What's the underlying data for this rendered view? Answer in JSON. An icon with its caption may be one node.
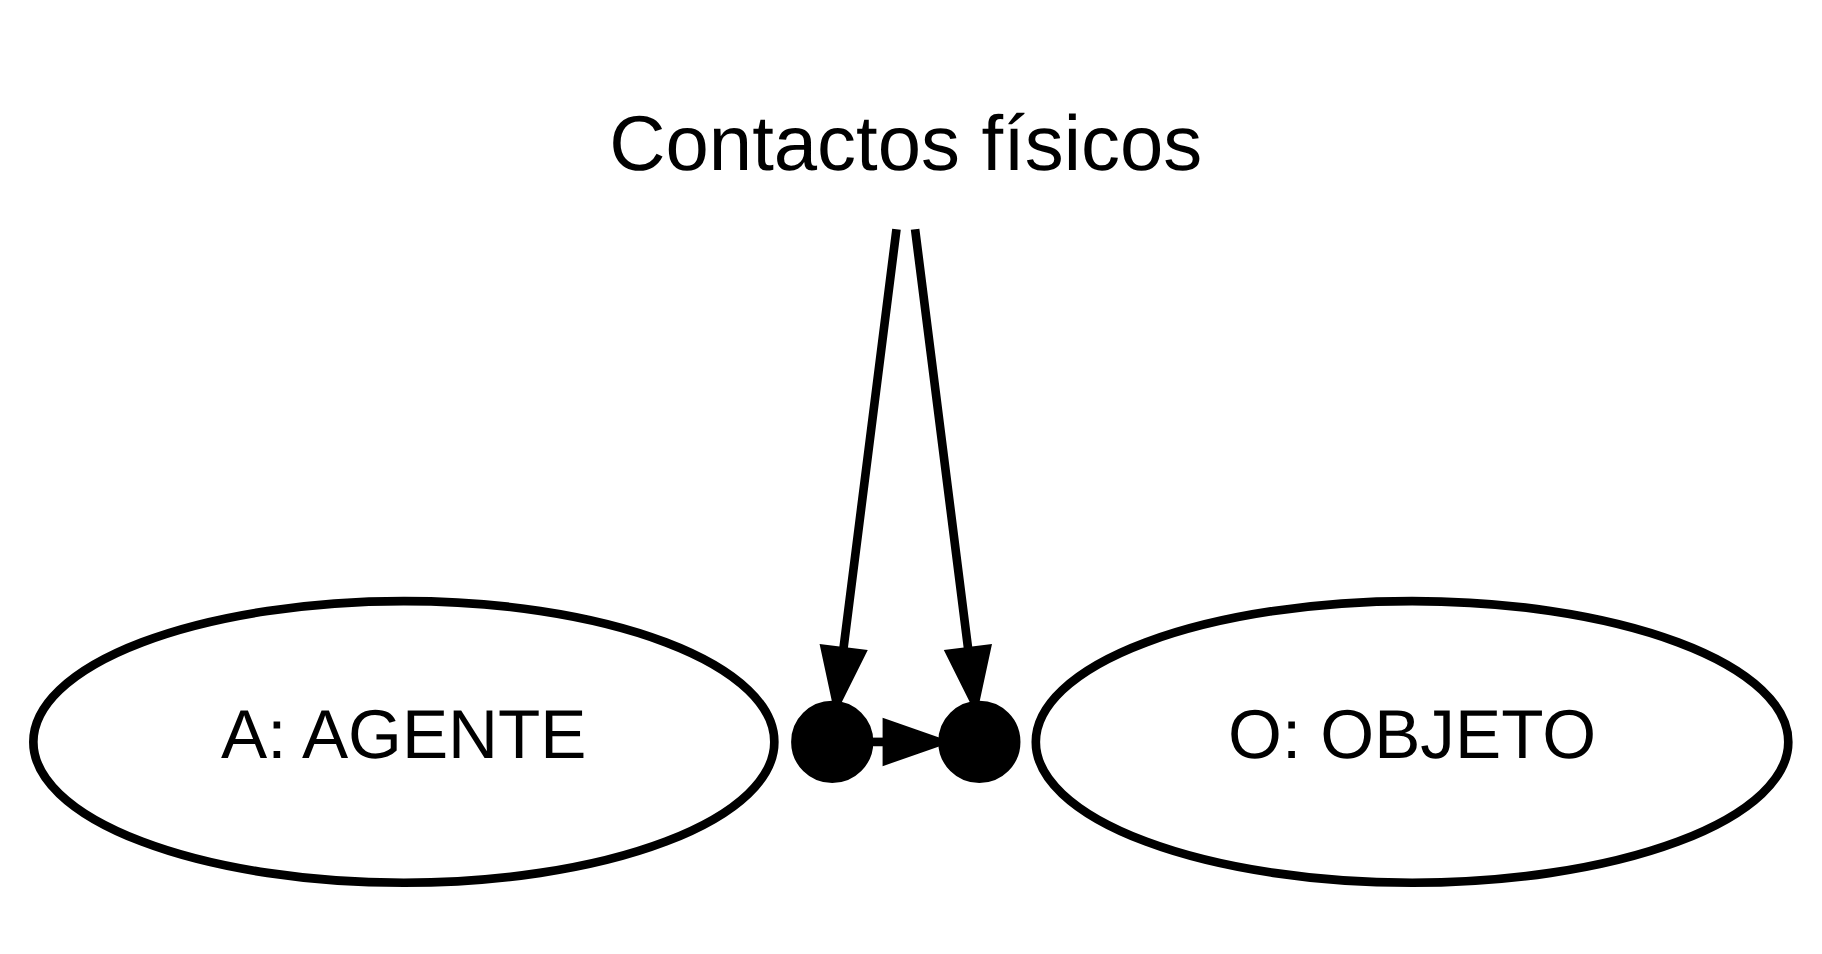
{
  "diagram": {
    "nodes": [
      {
        "text": [
          "Contactos físicos"
        ]
      },
      {
        "text": [
          "A: AGENTE"
        ]
      },
      {
        "text": [
          "O: OBJETO"
        ]
      },
      {
        "text": [],
        "shape": "circle"
      },
      {
        "text": [],
        "shape": "circle"
      }
    ],
    "edges": [
      {
        "from": 0,
        "to": 3,
        "arrow": "to"
      },
      {
        "from": 0,
        "to": 4,
        "arrow": "to"
      },
      {
        "from": 3,
        "to": 4,
        "arrow": "to"
      }
    ]
  }
}
